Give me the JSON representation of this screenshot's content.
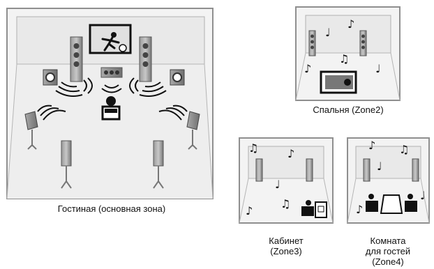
{
  "rooms": {
    "main": {
      "label": "Гостиная (основная зона)"
    },
    "zone2": {
      "label": "Спальня (Zone2)"
    },
    "zone3": {
      "label_line1": "Кабинет",
      "label_line2": "(Zone3)"
    },
    "zone4": {
      "label_line1": "Комната",
      "label_line2": "для гостей",
      "label_line3": "(Zone4)"
    }
  },
  "colors": {
    "room_fill": "#eeeeee",
    "room_line": "#9a9a9a",
    "speaker": "#7d7d7d",
    "ink": "#111111"
  }
}
